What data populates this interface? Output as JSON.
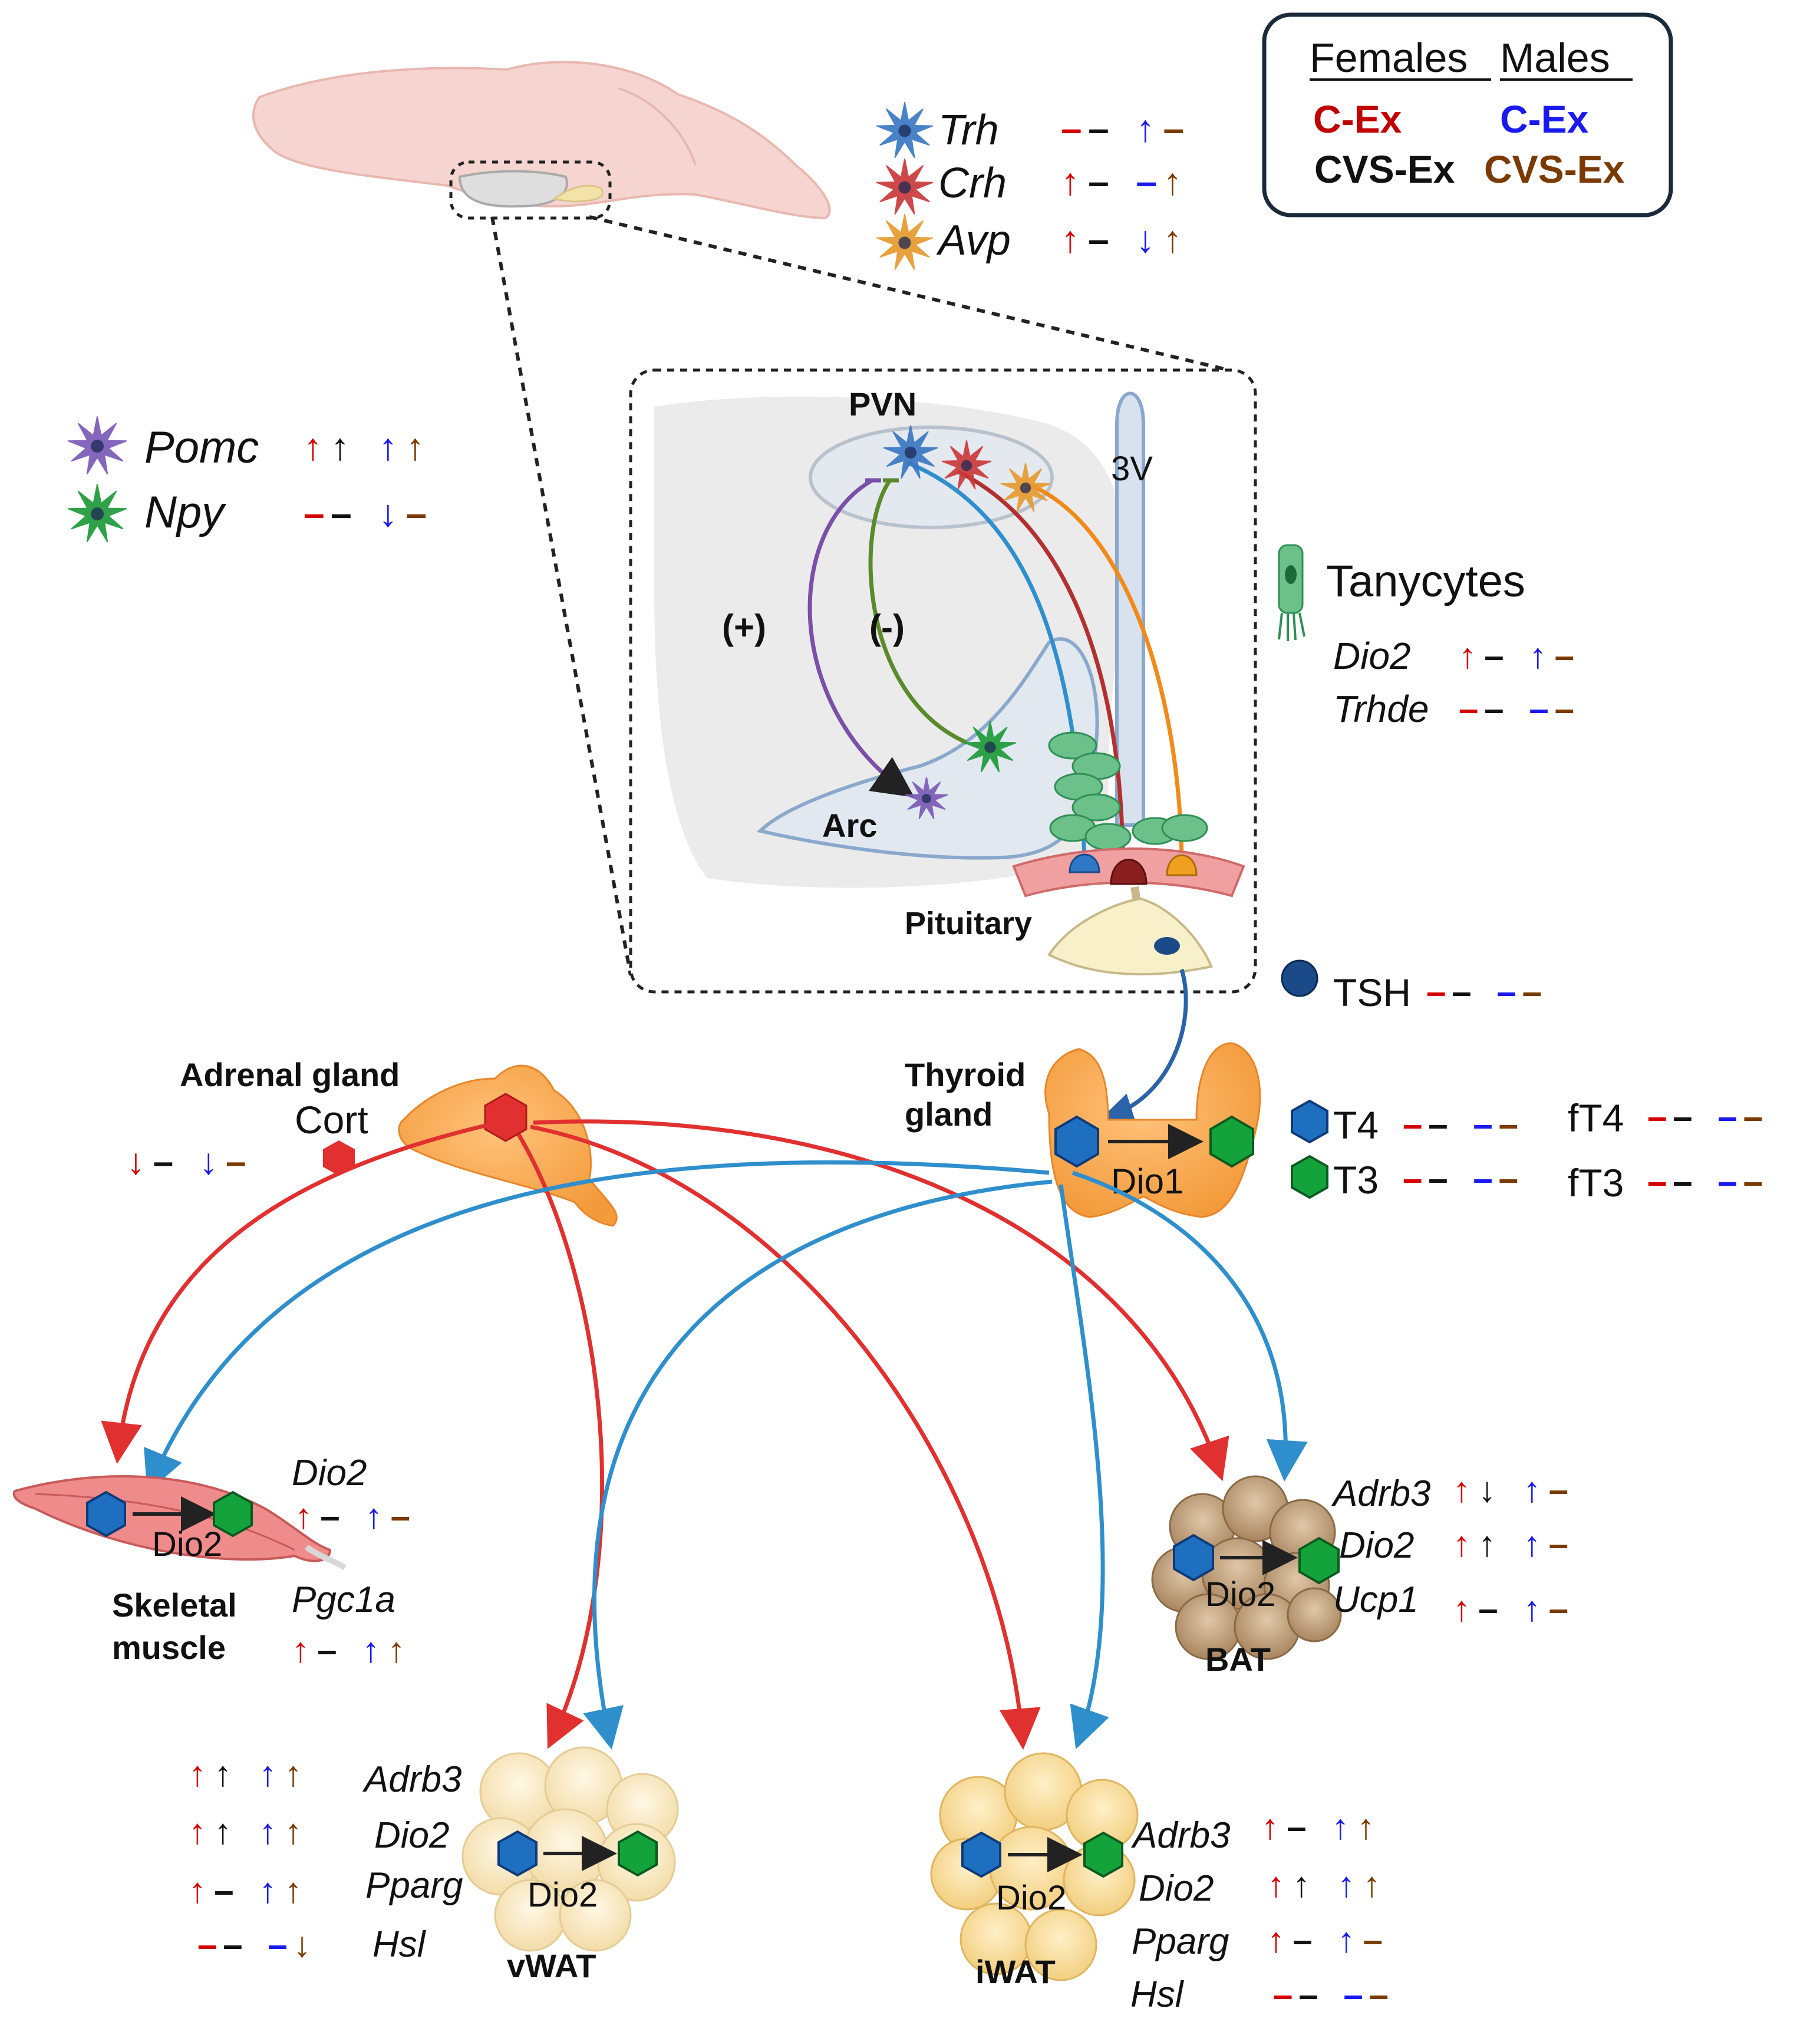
{
  "colors": {
    "female_cex": "#d40000",
    "female_cvsex": "#111111",
    "male_cex": "#1a1aee",
    "male_cvsex": "#7a3a00",
    "cort_arrow": "#e03030",
    "thyroid_arrow": "#2f8fcc",
    "t4": "#1f6fc0",
    "t3": "#14a33a"
  },
  "legend": {
    "females": "Females",
    "males": "Males",
    "female_cex": "C-Ex",
    "female_cvsex": "CVS-Ex",
    "male_cex": "C-Ex",
    "male_cvsex": "CVS-Ex"
  },
  "genes": {
    "trh": {
      "label": "Trh",
      "marks": [
        "–",
        "–",
        "↑",
        "–"
      ],
      "icon": "star-neuron-blue"
    },
    "crh": {
      "label": "Crh",
      "marks": [
        "↑",
        "–",
        "–",
        "↑"
      ],
      "icon": "star-neuron-red"
    },
    "avp": {
      "label": "Avp",
      "marks": [
        "↑",
        "–",
        "↓",
        "↑"
      ],
      "icon": "star-neuron-orange"
    },
    "pomc": {
      "label": "Pomc",
      "marks": [
        "↑",
        "↑",
        "↑",
        "↑"
      ],
      "icon": "star-neuron-purple"
    },
    "npy": {
      "label": "Npy",
      "marks": [
        "–",
        "–",
        "↓",
        "–"
      ],
      "icon": "star-neuron-green"
    }
  },
  "hypothalamus": {
    "pvn": "PVN",
    "v3": "3V",
    "plus": "(+)",
    "minus": "(-)",
    "arc": "Arc",
    "pituitary": "Pituitary"
  },
  "tanycytes": {
    "title": "Tanycytes",
    "dio2": {
      "label": "Dio2",
      "marks": [
        "↑",
        "–",
        "↑",
        "–"
      ]
    },
    "trhde": {
      "label": "Trhde",
      "marks": [
        "–",
        "–",
        "–",
        "–"
      ]
    }
  },
  "tsh": {
    "label": "TSH",
    "marks": [
      "–",
      "–",
      "–",
      "–"
    ]
  },
  "adrenal": {
    "title": "Adrenal gland",
    "cort": "Cort",
    "marks": [
      "↓",
      "–",
      "↓",
      "–"
    ]
  },
  "thyroid": {
    "title_line1": "Thyroid",
    "title_line2": "gland",
    "enzyme": "Dio1",
    "t4": {
      "label": "T4",
      "marks": [
        "–",
        "–",
        "–",
        "–"
      ]
    },
    "ft4": {
      "label": "fT4",
      "marks": [
        "–",
        "–",
        "–",
        "–"
      ]
    },
    "t3": {
      "label": "T3",
      "marks": [
        "–",
        "–",
        "–",
        "–"
      ]
    },
    "ft3": {
      "label": "fT3",
      "marks": [
        "–",
        "–",
        "–",
        "–"
      ]
    }
  },
  "muscle": {
    "title_line1": "Skeletal",
    "title_line2": "muscle",
    "enzyme": "Dio2",
    "dio2": {
      "label": "Dio2",
      "marks": [
        "↑",
        "–",
        "↑",
        "–"
      ]
    },
    "pgc1a": {
      "label": "Pgc1a",
      "marks": [
        "↑",
        "–",
        "↑",
        "↑"
      ]
    }
  },
  "bat": {
    "title": "BAT",
    "enzyme": "Dio2",
    "adrb3": {
      "label": "Adrb3",
      "marks": [
        "↑",
        "↓",
        "↑",
        "–"
      ]
    },
    "dio2": {
      "label": "Dio2",
      "marks": [
        "↑",
        "↑",
        "↑",
        "–"
      ]
    },
    "ucp1": {
      "label": "Ucp1",
      "marks": [
        "↑",
        "–",
        "↑",
        "–"
      ]
    }
  },
  "vwat": {
    "title": "vWAT",
    "enzyme": "Dio2",
    "adrb3": {
      "label": "Adrb3",
      "marks": [
        "↑",
        "↑",
        "↑",
        "↑"
      ]
    },
    "dio2": {
      "label": "Dio2",
      "marks": [
        "↑",
        "↑",
        "↑",
        "↑"
      ]
    },
    "pparg": {
      "label": "Pparg",
      "marks": [
        "↑",
        "–",
        "↑",
        "↑"
      ]
    },
    "hsl": {
      "label": "Hsl",
      "marks": [
        "–",
        "–",
        "–",
        "↓"
      ]
    }
  },
  "iwat": {
    "title": "iWAT",
    "enzyme": "Dio2",
    "adrb3": {
      "label": "Adrb3",
      "marks": [
        "↑",
        "–",
        "↑",
        "↑"
      ]
    },
    "dio2": {
      "label": "Dio2",
      "marks": [
        "↑",
        "↑",
        "↑",
        "↑"
      ]
    },
    "pparg": {
      "label": "Pparg",
      "marks": [
        "↑",
        "–",
        "↑",
        "–"
      ]
    },
    "hsl": {
      "label": "Hsl",
      "marks": [
        "–",
        "–",
        "–",
        "–"
      ]
    }
  }
}
